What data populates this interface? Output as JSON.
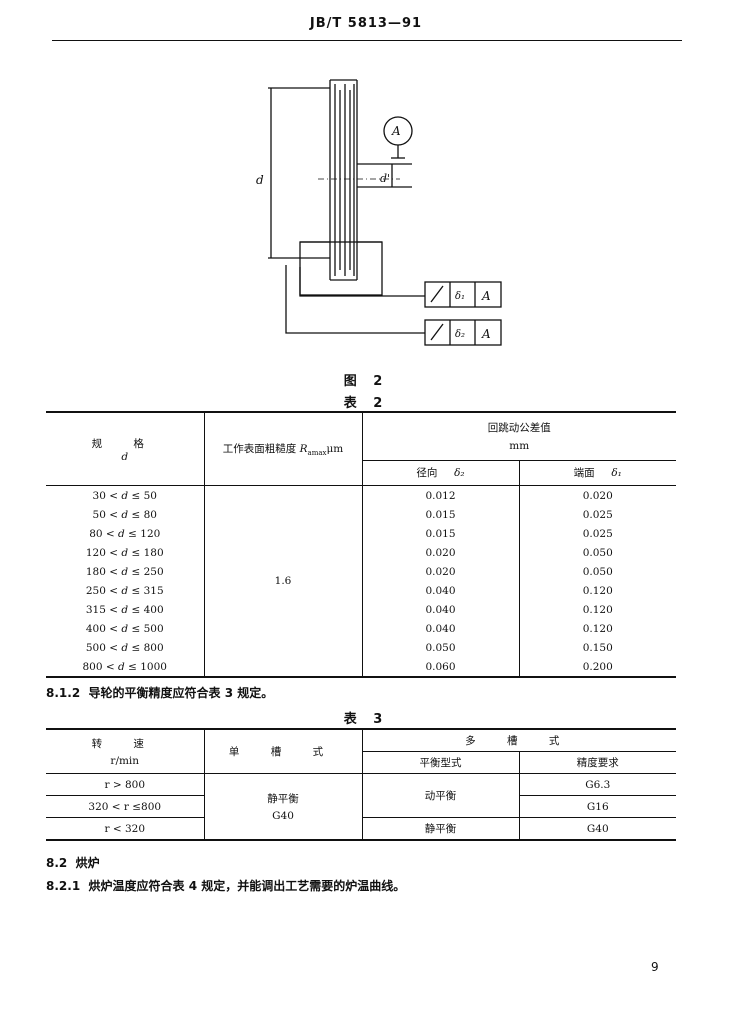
{
  "header": {
    "code": "JB/T 5813—91"
  },
  "figure": {
    "labels": {
      "d": "d",
      "d_prime": "d'",
      "gauge": "A",
      "delta1": "δ₁",
      "delta2": "δ₂",
      "datum": "A"
    },
    "caption": "图 2"
  },
  "table2": {
    "caption": "表 2",
    "head": {
      "spec": "规 格",
      "spec_var": "d",
      "rough_prefix": "工作表面粗糙度 ",
      "rough_sym": "R",
      "rough_sub": "amax",
      "rough_unit": "μm",
      "tol": "回跳动公差值",
      "unit": "mm",
      "radial": "径向",
      "radial_sym": "δ₂",
      "face": "端面",
      "face_sym": "δ₁"
    },
    "roughness": "1.6",
    "rows": [
      {
        "lo": "30",
        "hi": "50",
        "radial": "0.012",
        "face": "0.020"
      },
      {
        "lo": "50",
        "hi": "80",
        "radial": "0.015",
        "face": "0.025"
      },
      {
        "lo": "80",
        "hi": "120",
        "radial": "0.015",
        "face": "0.025"
      },
      {
        "lo": "120",
        "hi": "180",
        "radial": "0.020",
        "face": "0.050"
      },
      {
        "lo": "180",
        "hi": "250",
        "radial": "0.020",
        "face": "0.050"
      },
      {
        "lo": "250",
        "hi": "315",
        "radial": "0.040",
        "face": "0.120"
      },
      {
        "lo": "315",
        "hi": "400",
        "radial": "0.040",
        "face": "0.120"
      },
      {
        "lo": "400",
        "hi": "500",
        "radial": "0.040",
        "face": "0.120"
      },
      {
        "lo": "500",
        "hi": "800",
        "radial": "0.050",
        "face": "0.150"
      },
      {
        "lo": "800",
        "hi": "1000",
        "radial": "0.060",
        "face": "0.200"
      }
    ]
  },
  "para_812": {
    "num": "8.1.2",
    "text": "导轮的平衡精度应符合表 3 规定。"
  },
  "table3": {
    "caption": "表 3",
    "head": {
      "speed": "转 速",
      "speed_unit": "r/min",
      "single": "单 槽 式",
      "multi": "多 槽 式",
      "balance_type": "平衡型式",
      "precision": "精度要求"
    },
    "speeds": [
      "r > 800",
      "320 < r ≤800",
      "r < 320"
    ],
    "single_type": "静平衡",
    "single_grade": "G40",
    "multi_dynamic": "动平衡",
    "multi_static": "静平衡",
    "grades": [
      "G6.3",
      "G16",
      "G40"
    ]
  },
  "para_82": {
    "num": "8.2",
    "text": "烘炉"
  },
  "para_821": {
    "num": "8.2.1",
    "text": "烘炉温度应符合表 4 规定，并能调出工艺需要的炉温曲线。"
  },
  "page_number": "9"
}
